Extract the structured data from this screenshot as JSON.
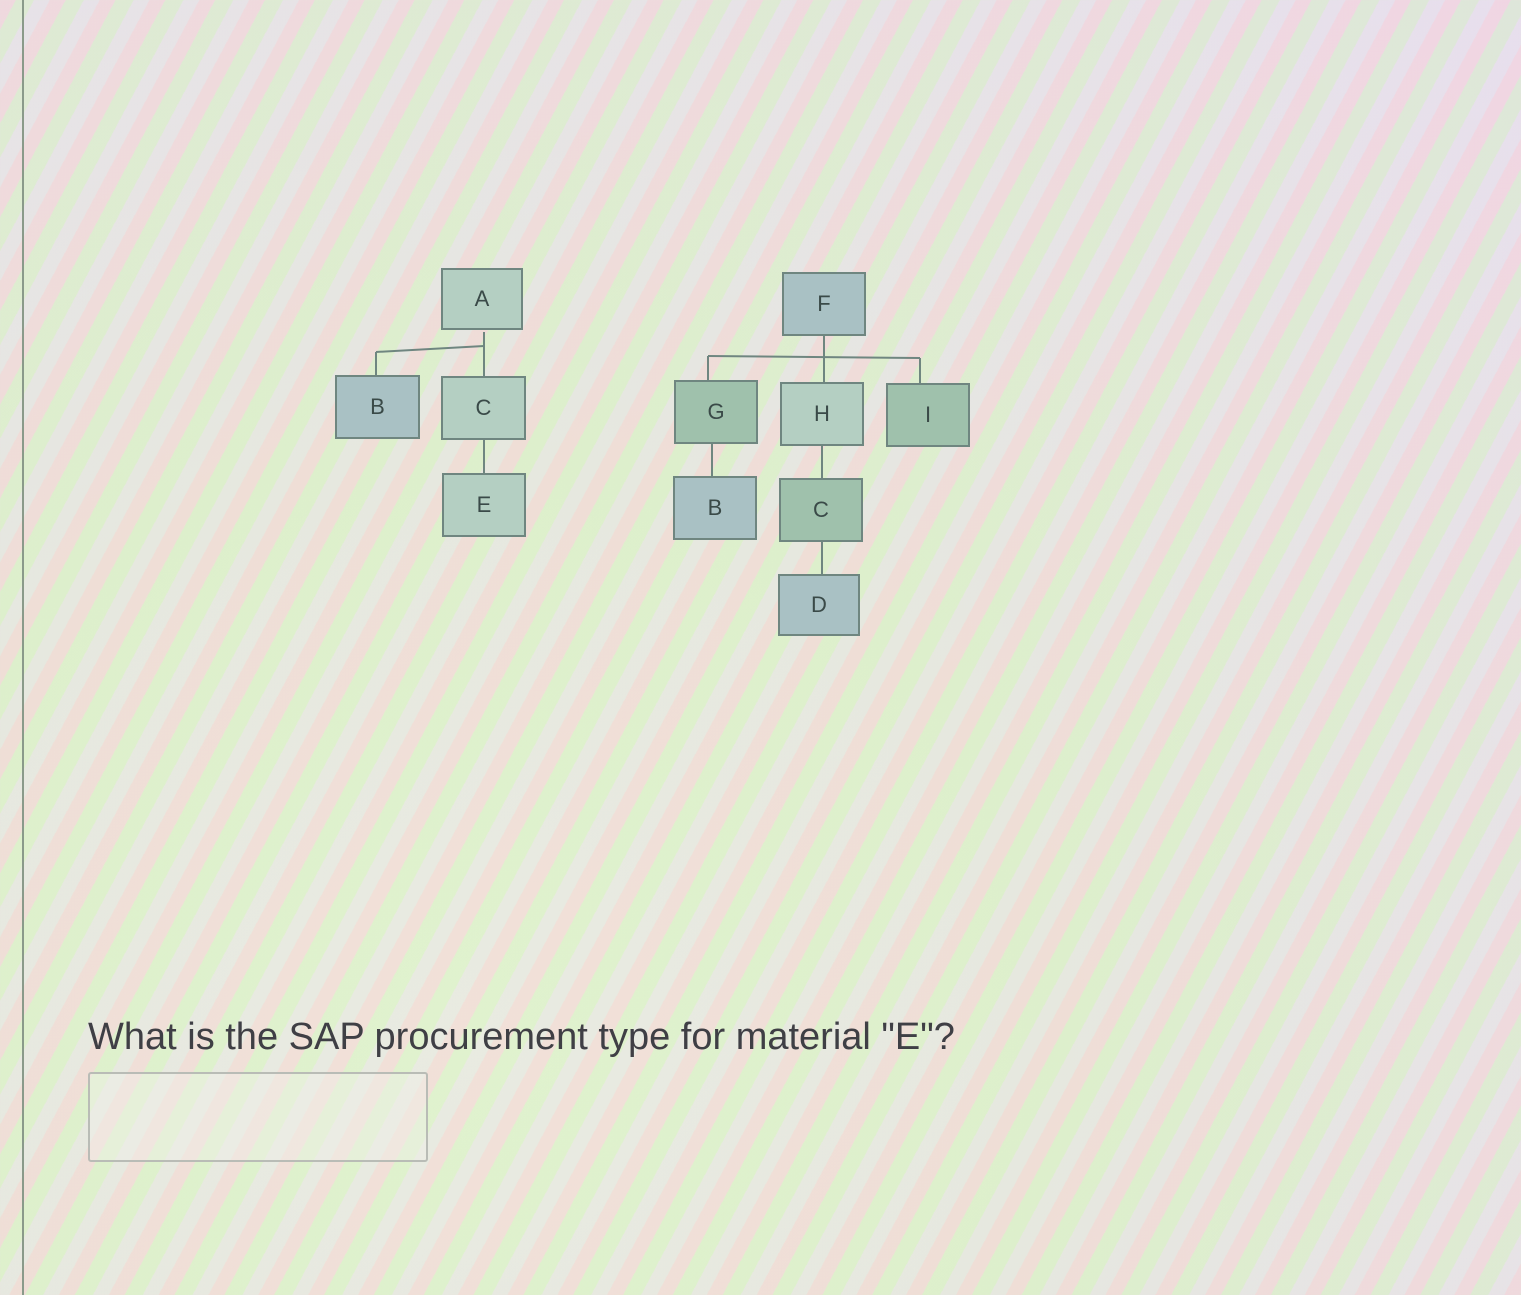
{
  "tree_left": {
    "root": "A",
    "children": [
      "B",
      "C"
    ],
    "grandchild": "E"
  },
  "tree_right": {
    "root": "F",
    "children": [
      "G",
      "H",
      "I"
    ],
    "g_child": "B",
    "h_child": "C",
    "c_child": "D"
  },
  "question": {
    "text": "What is the SAP procurement type for material \"E\"?",
    "answer_value": ""
  }
}
